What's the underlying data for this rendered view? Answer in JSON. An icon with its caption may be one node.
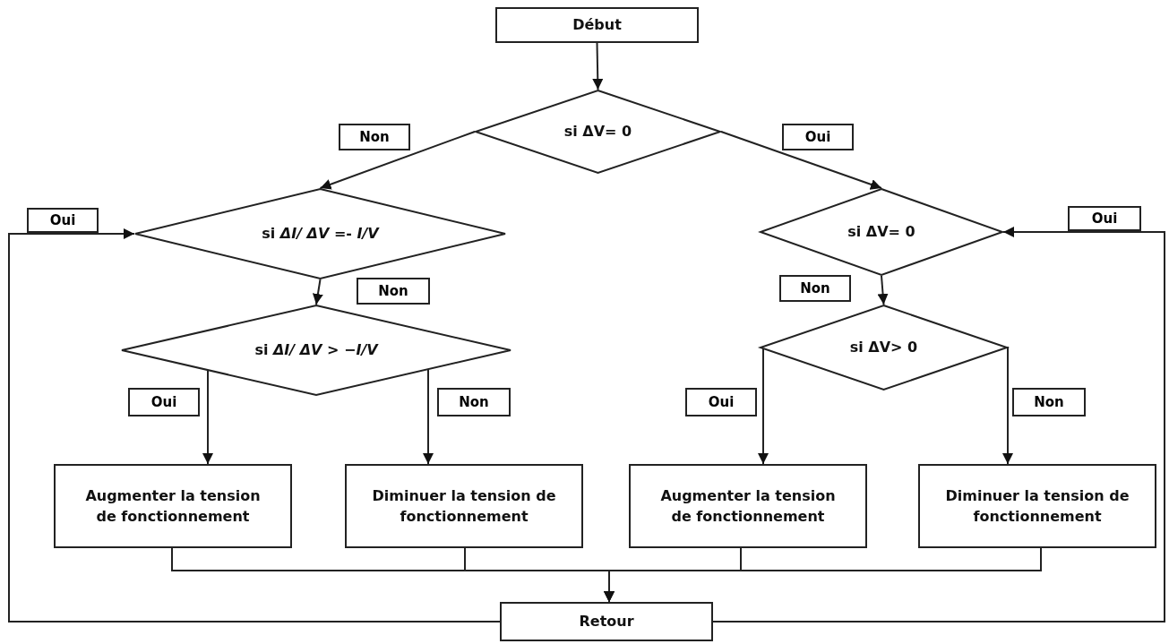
{
  "diagram": {
    "nodes": [
      {
        "text": [
          "Début"
        ]
      },
      {
        "text": [
          "si ΔV= 0"
        ]
      },
      {
        "text": [
          "si *ΔI/ ΔV* =- *I/V*"
        ]
      },
      {
        "text": [
          "si *ΔI/ ΔV* > *−I/V*"
        ]
      },
      {
        "text": [
          "si ΔV= 0"
        ]
      },
      {
        "text": [
          "si ΔV> 0"
        ]
      },
      {
        "text": [
          "Augmenter la tension de fonctionnement"
        ]
      },
      {
        "text": [
          "Diminuer la tension de fonctionnement"
        ]
      },
      {
        "text": [
          "Augmenter la tension de fonctionnement"
        ]
      },
      {
        "text": [
          "Diminuer la tension de fonctionnement"
        ]
      },
      {
        "text": [
          "Retour"
        ]
      }
    ],
    "edges": [
      {
        "from": 0,
        "to": 1,
        "arrow": "to"
      },
      {
        "from": 1,
        "to": 2,
        "arrow": "to",
        "label": "Non"
      },
      {
        "from": 1,
        "to": 4,
        "arrow": "to",
        "label": "Oui"
      },
      {
        "from": 2,
        "to": 3,
        "arrow": "to",
        "label": "Non"
      },
      {
        "from": 4,
        "to": 5,
        "arrow": "to",
        "label": "Non"
      },
      {
        "from": 3,
        "to": 6,
        "arrow": "to",
        "label": "Oui"
      },
      {
        "from": 3,
        "to": 7,
        "arrow": "to",
        "label": "Non"
      },
      {
        "from": 5,
        "to": 8,
        "arrow": "to",
        "label": "Oui"
      },
      {
        "from": 5,
        "to": 9,
        "arrow": "to",
        "label": "Non"
      },
      {
        "from": 6,
        "to": 10,
        "arrow": "to"
      },
      {
        "from": 7,
        "to": 10,
        "arrow": "to"
      },
      {
        "from": 8,
        "to": 10,
        "arrow": "to"
      },
      {
        "from": 9,
        "to": 10,
        "arrow": "to"
      },
      {
        "from": 10,
        "to": 2,
        "arrow": "to",
        "label": "Oui"
      },
      {
        "from": 10,
        "to": 4,
        "arrow": "to",
        "label": "Oui"
      }
    ]
  }
}
